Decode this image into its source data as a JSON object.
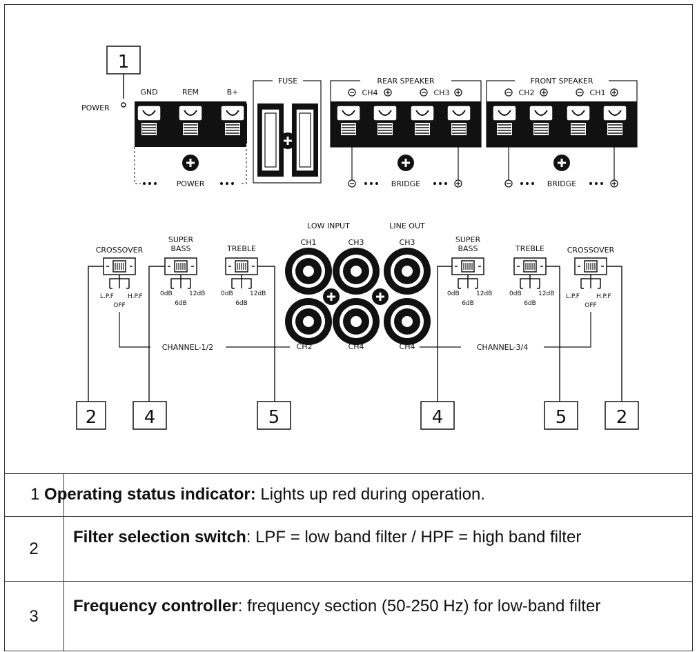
{
  "diagram": {
    "power": {
      "indicator_label": "POWER",
      "terminals": [
        "GND",
        "REM",
        "B+"
      ],
      "group_label": "POWER"
    },
    "fuse_label": "FUSE",
    "rear_speaker": {
      "title": "REAR SPEAKER",
      "ch_a": "CH4",
      "ch_b": "CH3",
      "bridge_label": "BRIDGE"
    },
    "front_speaker": {
      "title": "FRONT SPEAKER",
      "ch_a": "CH2",
      "ch_b": "CH1",
      "bridge_label": "BRIDGE"
    },
    "controls_left": {
      "crossover": "CROSSOVER",
      "super_bass": [
        "SUPER",
        "BASS"
      ],
      "treble": "TREBLE",
      "lpf": "L.P.F",
      "hpf": "H.P.F",
      "off": "OFF",
      "db0": "0dB",
      "db6": "6dB",
      "db12": "12dB"
    },
    "controls_right": {
      "crossover": "CROSSOVER",
      "super_bass": [
        "SUPER",
        "BASS"
      ],
      "treble": "TREBLE",
      "lpf": "L.P.F",
      "hpf": "H.P.F",
      "off": "OFF",
      "db0": "0dB",
      "db6": "6dB",
      "db12": "12dB"
    },
    "inputs": {
      "low_input": "LOW INPUT",
      "line_out": "LINE OUT",
      "top_labels": [
        "CH1",
        "CH3",
        "CH3"
      ],
      "bottom_labels": [
        "CH2",
        "CH4",
        "CH4"
      ]
    },
    "channel_left": "CHANNEL-1/2",
    "channel_right": "CHANNEL-3/4",
    "callouts": {
      "top": "1",
      "bottom": [
        "2",
        "4",
        "5",
        "4",
        "5",
        "2"
      ]
    }
  },
  "legend": [
    {
      "num": "1",
      "title": "Operating status indicator:",
      "text": " Lights up red during operation."
    },
    {
      "num": "2",
      "title": "Filter selection switch",
      "text": ": LPF = low band filter / HPF = high band filter"
    },
    {
      "num": "3",
      "title": "Frequency controller",
      "text": ": frequency section (50-250 Hz) for low-band filter"
    }
  ]
}
